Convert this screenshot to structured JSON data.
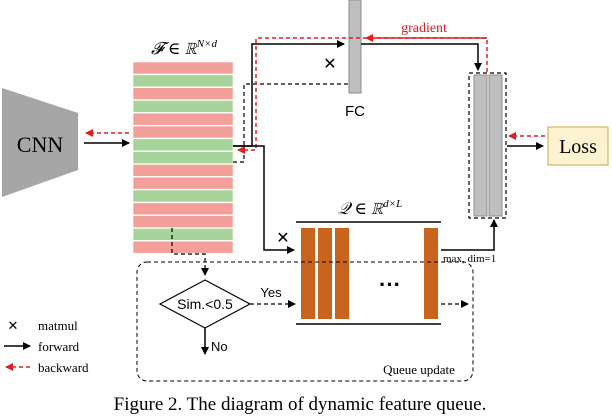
{
  "blocks": {
    "cnn": "CNN",
    "fc": "FC",
    "loss": "Loss"
  },
  "labels": {
    "feature_matrix": "𝓕 ∈ ℝ",
    "feature_matrix_sup": "N×d",
    "queue": "𝒬 ∈ ℝ",
    "queue_sup": "d×L",
    "gradient": "gradient",
    "max_dim": "max, dim=1",
    "decision": "Sim.<0.5",
    "yes": "Yes",
    "no": "No",
    "queue_update": "Queue update",
    "ellipsis": "···"
  },
  "legend": {
    "matmul_symbol": "✕",
    "matmul": "matmul",
    "forward": "forward",
    "backward": "backward"
  },
  "caption": "Figure 2. The diagram of dynamic feature queue.",
  "colors": {
    "row_red": "#f4a09a",
    "row_green": "#a7d49b",
    "queue_bar": "#c8641e",
    "fc_gray": "#bfbfbf",
    "loss_fill": "#fdf3d0",
    "backward_red": "#e02020",
    "cnn_gray": "#a6a6a6"
  }
}
